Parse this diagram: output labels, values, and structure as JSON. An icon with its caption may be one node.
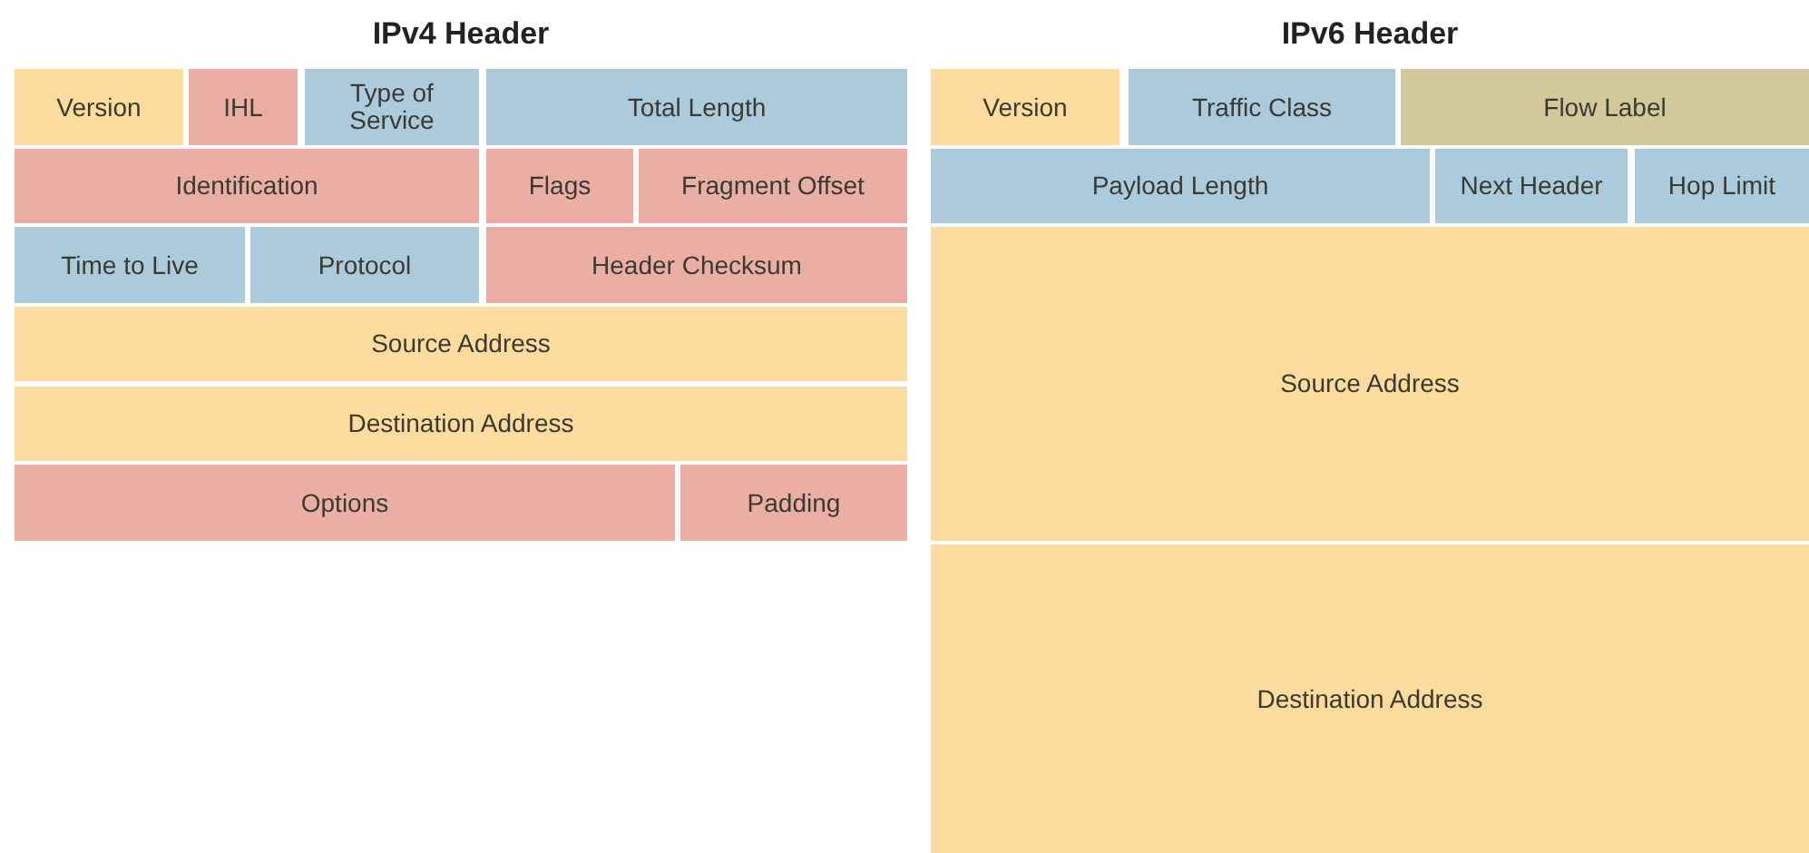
{
  "diagram": {
    "nodes": [
      {
        "text": [
          "IPv4 Header"
        ]
      },
      {
        "text": [
          "Version"
        ],
        "in": 0
      },
      {
        "text": [
          "IHL"
        ],
        "in": 0
      },
      {
        "text": [
          "Type of Service"
        ],
        "in": 0
      },
      {
        "text": [
          "Total Length"
        ],
        "in": 0
      },
      {
        "text": [
          "Identification"
        ],
        "in": 0
      },
      {
        "text": [
          "Flags"
        ],
        "in": 0
      },
      {
        "text": [
          "Fragment Offset"
        ],
        "in": 0
      },
      {
        "text": [
          "Time to Live"
        ],
        "in": 0
      },
      {
        "text": [
          "Protocol"
        ],
        "in": 0
      },
      {
        "text": [
          "Header Checksum"
        ],
        "in": 0
      },
      {
        "text": [
          "Source Address"
        ],
        "in": 0
      },
      {
        "text": [
          "Destination Address"
        ],
        "in": 0
      },
      {
        "text": [
          "Options"
        ],
        "in": 0
      },
      {
        "text": [
          "Padding"
        ],
        "in": 0
      },
      {
        "text": [
          "IPv6 Header"
        ]
      },
      {
        "text": [
          "Version"
        ],
        "in": 15
      },
      {
        "text": [
          "Traffic Class"
        ],
        "in": 15
      },
      {
        "text": [
          "Flow Label"
        ],
        "in": 15
      },
      {
        "text": [
          "Payload Length"
        ],
        "in": 15
      },
      {
        "text": [
          "Next Header"
        ],
        "in": 15
      },
      {
        "text": [
          "Hop Limit"
        ],
        "in": 15
      },
      {
        "text": [
          "Source Address"
        ],
        "in": 15
      },
      {
        "text": [
          "Destination Address"
        ],
        "in": 15
      }
    ]
  }
}
